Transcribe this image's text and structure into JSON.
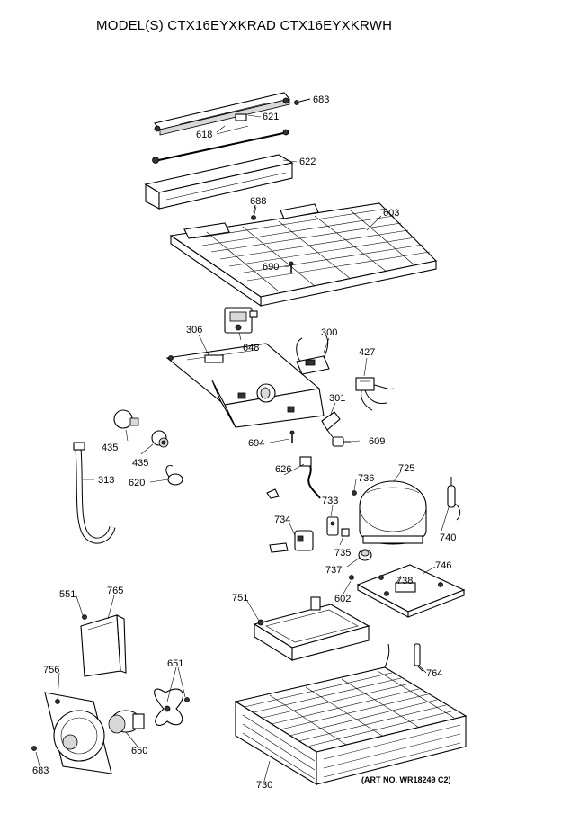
{
  "title": "MODEL(S) CTX16EYXKRAD  CTX16EYXKRWH",
  "art_number": "(ART NO. WR18249 C2)",
  "labels": {
    "p683a": "683",
    "p621": "621",
    "p618": "618",
    "p622": "622",
    "p688": "688",
    "p603": "603",
    "p690": "690",
    "p306": "306",
    "p648": "648",
    "p300": "300",
    "p427": "427",
    "p301": "301",
    "p694": "694",
    "p609": "609",
    "p435a": "435",
    "p435b": "435",
    "p313": "313",
    "p620": "620",
    "p626": "626",
    "p736": "736",
    "p725": "725",
    "p733": "733",
    "p734": "734",
    "p735": "735",
    "p740": "740",
    "p737": "737",
    "p746": "746",
    "p738": "738",
    "p602": "602",
    "p551": "551",
    "p765": "765",
    "p751": "751",
    "p756": "756",
    "p651": "651",
    "p764": "764",
    "p650": "650",
    "p683b": "683",
    "p730": "730"
  }
}
